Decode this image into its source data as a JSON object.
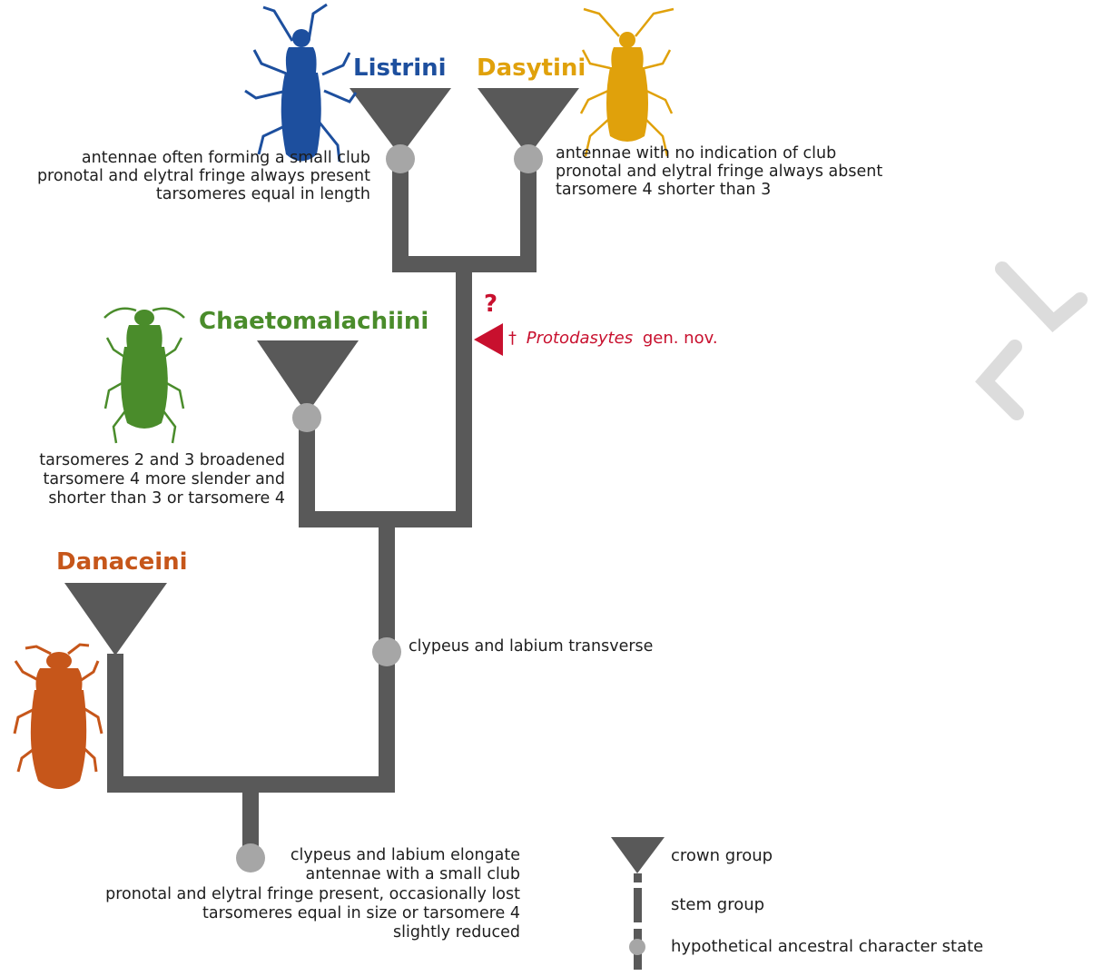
{
  "taxa": {
    "listrini": {
      "name": "Listrini",
      "color": "#1d4f9e"
    },
    "dasytini": {
      "name": "Dasytini",
      "color": "#e0a10b"
    },
    "chaetomalachiini": {
      "name": "Chaetomalachiini",
      "color": "#4a8c2b"
    },
    "danaceini": {
      "name": "Danaceini",
      "color": "#c6561a"
    }
  },
  "characters": {
    "listrini": [
      "antennae often forming a small club",
      "pronotal and elytral fringe always present",
      "tarsomeres equal in length"
    ],
    "dasytini": [
      "antennae with no indication of club",
      "pronotal and elytral fringe always absent",
      "tarsomere 4 shorter than 3"
    ],
    "chaetomalachiini": [
      "tarsomeres 2 and 3 broadened",
      "tarsomere 4 more slender and",
      "shorter than 3 or tarsomere 4"
    ],
    "node_inner": [
      "clypeus and labium transverse"
    ],
    "root": [
      "clypeus and labium elongate",
      "antennae with a small club",
      "pronotal and elytral fringe present, occasionally lost",
      "tarsomeres equal in size or tarsomere 4",
      "slightly reduced"
    ]
  },
  "fossil": {
    "question_mark": "?",
    "dagger": "†",
    "genus": "Protodasytes",
    "suffix": "gen. nov.",
    "color": "#c8102e"
  },
  "legend": {
    "crown": "crown group",
    "stem": "stem group",
    "ancestral": "hypothetical ancestral character state"
  },
  "colors": {
    "branch": "#595959",
    "node": "#a6a6a6",
    "watermark": "#d9d9d9"
  }
}
